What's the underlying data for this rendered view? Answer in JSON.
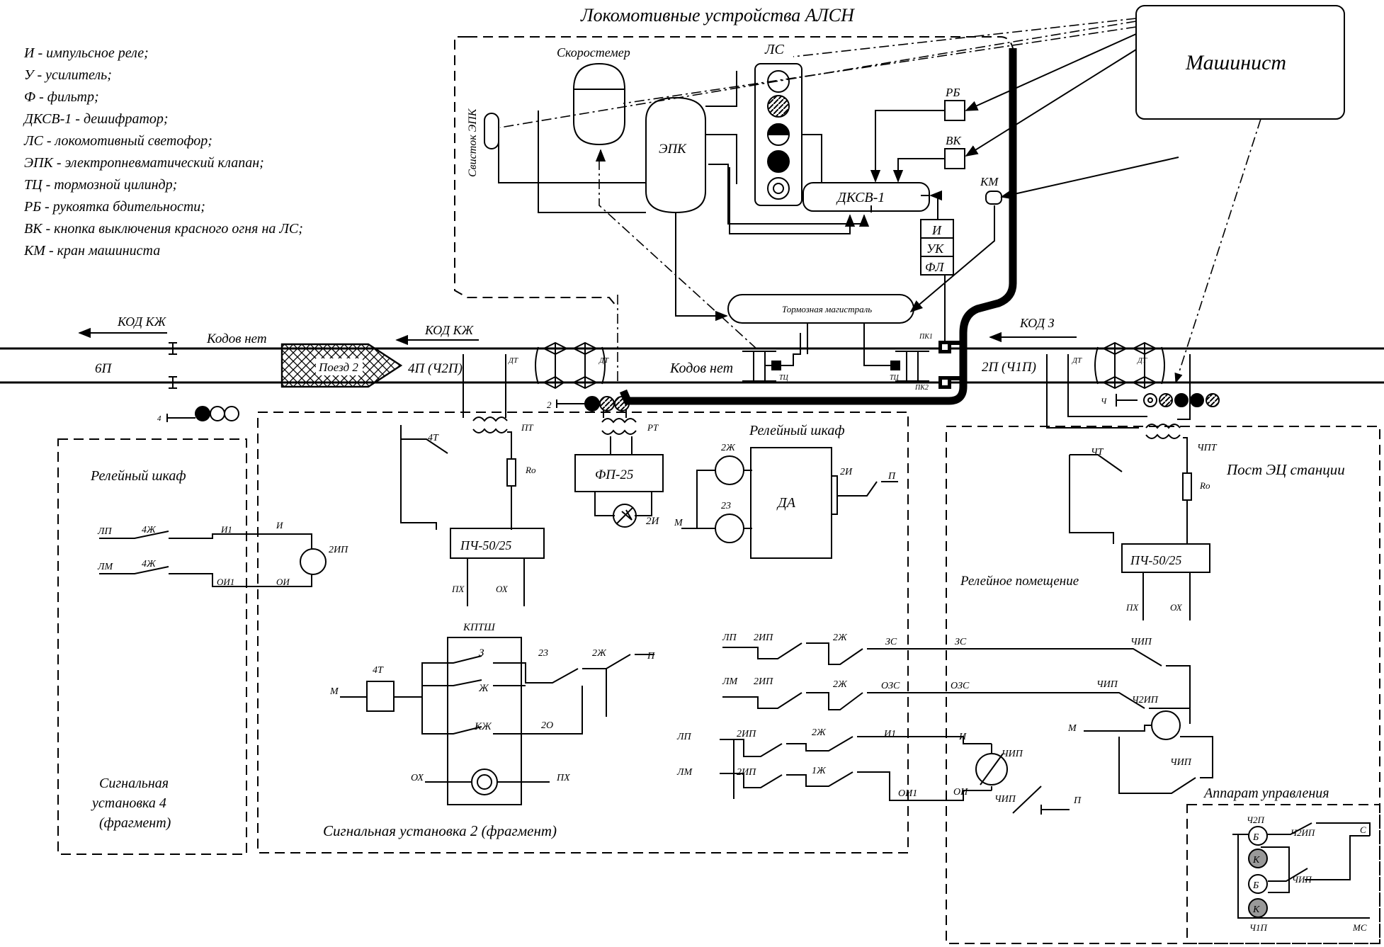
{
  "title": "Локомотивные устройства АЛСН",
  "legend": [
    "И - импульсное реле;",
    "У - усилитель;",
    "Ф - фильтр;",
    "ДКСВ-1 - дешифратор;",
    "ЛС - локомотивный светофор;",
    "ЭПК - электропневматический клапан;",
    "ТЦ - тормозной цилиндр;",
    "РБ - рукоятка бдительности;",
    "ВК - кнопка выключения красного огня на ЛС;",
    "КМ - кран машиниста"
  ],
  "loco": {
    "driver": "Машинист",
    "speedometer": "Скоростемер",
    "whistle": "Свисток ЭПК",
    "epk": "ЭПК",
    "ls": "ЛС",
    "dksv": "ДКСВ-1",
    "rb": "РБ",
    "vk": "ВК",
    "km": "КМ",
    "i": "И",
    "uk": "УК",
    "fl": "ФЛ",
    "brake_line": "Тормозная магистраль",
    "tc": "ТЦ",
    "pk1": "ПК1",
    "pk2": "ПК2"
  },
  "track": {
    "kod_kzh_left": "КОД КЖ",
    "kodov_net_left": "Кодов нет",
    "sec_6p": "6П",
    "kod_kzh_mid": "КОД КЖ",
    "train": "Поезд 2",
    "sec_4p": "4П (Ч2П)",
    "kodov_net_mid": "Кодов нет",
    "kod_z": "КОД З",
    "sec_2p": "2П (Ч1П)",
    "dt": "ДТ",
    "sig4": "4",
    "sig2": "2",
    "sigch": "Ч"
  },
  "cab4": {
    "title": "Релейный шкаф",
    "lp": "ЛП",
    "lm": "ЛМ",
    "c4zh1": "4Ж",
    "c4zh2": "4Ж",
    "i1": "И1",
    "i": "И",
    "oi1": "ОИ1",
    "oi": "ОИ",
    "relay": "2ИП",
    "caption": [
      "Сигнальная",
      "установка 4",
      "(фрагмент)"
    ]
  },
  "cab2": {
    "title": "Релейный шкаф",
    "c4t": "4Т",
    "pt": "ПТ",
    "ro": "Ro",
    "pch": "ПЧ-50/25",
    "px": "ПХ",
    "ox": "ОХ",
    "rt": "РТ",
    "fp": "ФП-25",
    "c2i": "2И",
    "c2zh": "2Ж",
    "c23": "23",
    "m": "М",
    "da": "ДА",
    "c2i_contact": "2И",
    "p": "П",
    "kptsh": "КПТШ",
    "z": "З",
    "zh": "Ж",
    "kzh": "КЖ",
    "c23b": "23",
    "c2zhb": "2Ж",
    "c2o": "2О",
    "pb": "П",
    "mb": "М",
    "c4tb": "4Т",
    "oxb": "ОХ",
    "pxb": "ПХ",
    "caption": "Сигнальная установка 2 (фрагмент)",
    "lp1": "ЛП",
    "lm1": "ЛМ",
    "c2ip1": "2ИП",
    "c2ip2": "2ИП",
    "c2zh1": "2Ж",
    "c2zh2": "2Ж",
    "zs": "ЗС",
    "ozs": "ОЗС",
    "lp2": "ЛП",
    "lm2": "ЛМ",
    "c2ip3": "2ИП",
    "c2ip4": "2ИП",
    "c2zh3": "2Ж",
    "c1zh": "1Ж",
    "i1": "И1",
    "oi1": "ОИ1"
  },
  "post": {
    "title": "Пост ЭЦ станции",
    "relay_room": "Релейное помещение",
    "cht": "ЧТ",
    "chpt": "ЧПТ",
    "ro": "Ro",
    "pch": "ПЧ-50/25",
    "px": "ПХ",
    "ox": "ОХ",
    "zs": "ЗС",
    "ozs": "ОЗС",
    "chip1": "ЧИП",
    "chip2": "ЧИП",
    "ch2ip": "Ч2ИП",
    "m": "М",
    "chip3": "ЧИП",
    "i": "И",
    "oi": "ОИ",
    "chip_relay": "ЧИП",
    "chip_contact": "ЧИП",
    "p": "П",
    "panel_title": "Аппарат управления",
    "ch2p": "Ч2П",
    "ch2ip_p": "Ч2ИП",
    "s": "С",
    "b1": "Б",
    "k1": "К",
    "b2": "Б",
    "k2": "К",
    "chip_p": "ЧИП",
    "ch1p": "Ч1П",
    "ms": "МС"
  }
}
